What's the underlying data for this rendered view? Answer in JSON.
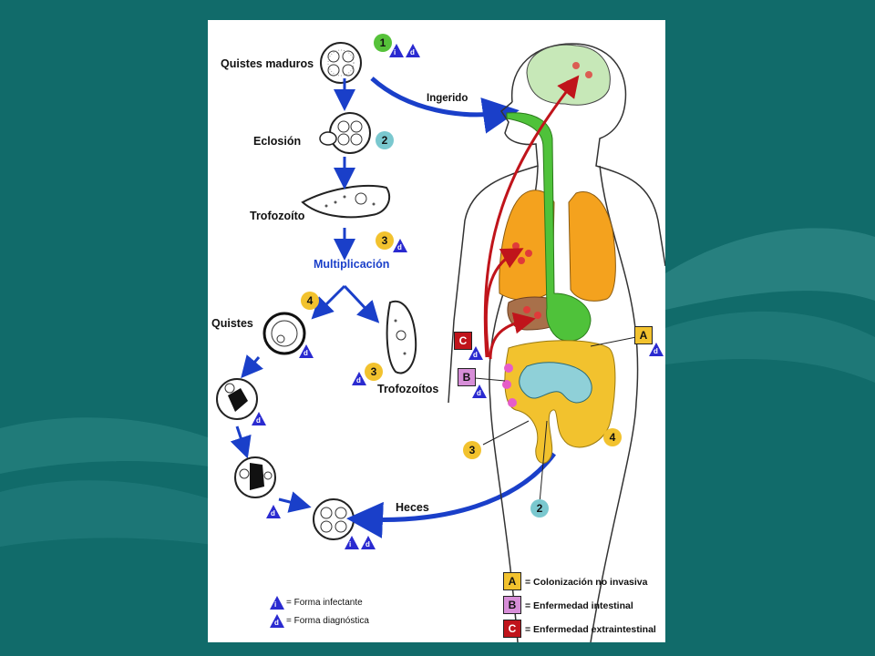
{
  "stages": {
    "mature_cysts": "Quistes maduros",
    "excystation": "Eclosión",
    "trophozoite": "Trofozoíto",
    "multiplication": "Multiplicación",
    "cysts": "Quistes",
    "trophozoites": "Trofozoítos",
    "ingested": "Ingerido",
    "feces": "Heces"
  },
  "numbers": {
    "n1": "1",
    "n2": "2",
    "n3": "3",
    "n4": "4"
  },
  "triangle_letters": {
    "i": "i",
    "d": "d"
  },
  "letters": {
    "a": "A",
    "b": "B",
    "c": "C"
  },
  "legend": {
    "infective": "= Forma infectante",
    "diagnostic": "= Forma diagnóstica",
    "a": "= Colonización no invasiva",
    "b": "= Enfermedad intestinal",
    "c": "= Enfermedad extraintestinal"
  },
  "colors": {
    "background": "#116b6a",
    "arrow_blue": "#1a3fc9",
    "red_path": "#c0141b",
    "gut_green": "#4fc23a",
    "lung_orange": "#f4a21e",
    "colon_yellow": "#f2c22e",
    "intestine_cyan": "#8fd0d8"
  }
}
